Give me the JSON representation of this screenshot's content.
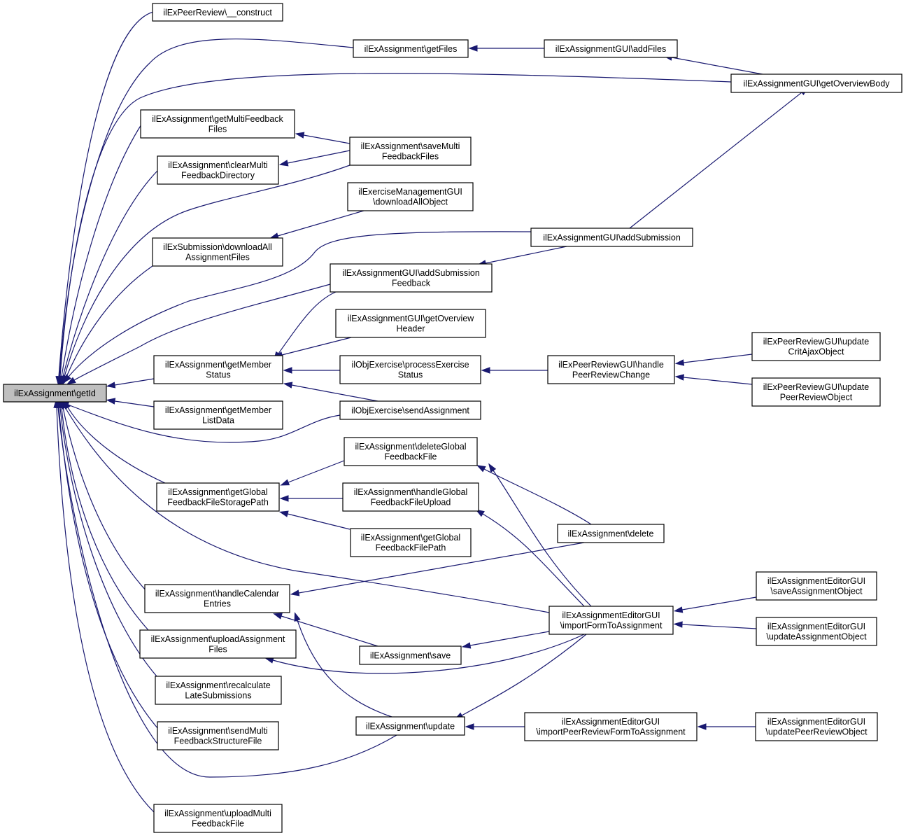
{
  "graph": {
    "edge_color": "#191970",
    "root_fill": "#bfbfbf",
    "nodes": [
      {
        "id": "getId",
        "lines": [
          "ilExAssignment\\getId"
        ],
        "root": true
      },
      {
        "id": "construct",
        "lines": [
          "ilExPeerReview\\__construct"
        ]
      },
      {
        "id": "getFiles",
        "lines": [
          "ilExAssignment\\getFiles"
        ]
      },
      {
        "id": "addFiles",
        "lines": [
          "ilExAssignmentGUI\\addFiles"
        ]
      },
      {
        "id": "getOverviewBody",
        "lines": [
          "ilExAssignmentGUI\\getOverviewBody"
        ]
      },
      {
        "id": "getMultiFeedbackFiles",
        "lines": [
          "ilExAssignment\\getMultiFeedback",
          "Files"
        ]
      },
      {
        "id": "saveMultiFeedbackFiles",
        "lines": [
          "ilExAssignment\\saveMulti",
          "FeedbackFiles"
        ]
      },
      {
        "id": "clearMultiFeedbackDirectory",
        "lines": [
          "ilExAssignment\\clearMulti",
          "FeedbackDirectory"
        ]
      },
      {
        "id": "downloadAllObject",
        "lines": [
          "ilExerciseManagementGUI",
          "\\downloadAllObject"
        ]
      },
      {
        "id": "downloadAllAssignmentFiles",
        "lines": [
          "ilExSubmission\\downloadAll",
          "AssignmentFiles"
        ]
      },
      {
        "id": "addSubmission",
        "lines": [
          "ilExAssignmentGUI\\addSubmission"
        ]
      },
      {
        "id": "addSubmissionFeedback",
        "lines": [
          "ilExAssignmentGUI\\addSubmission",
          "Feedback"
        ]
      },
      {
        "id": "getOverviewHeader",
        "lines": [
          "ilExAssignmentGUI\\getOverview",
          "Header"
        ]
      },
      {
        "id": "getMemberStatus",
        "lines": [
          "ilExAssignment\\getMember",
          "Status"
        ]
      },
      {
        "id": "processExerciseStatus",
        "lines": [
          "ilObjExercise\\processExercise",
          "Status"
        ]
      },
      {
        "id": "handlePeerReviewChange",
        "lines": [
          "ilExPeerReviewGUI\\handle",
          "PeerReviewChange"
        ]
      },
      {
        "id": "updateCritAjaxObject",
        "lines": [
          "ilExPeerReviewGUI\\update",
          "CritAjaxObject"
        ]
      },
      {
        "id": "updatePeerReviewObject2",
        "lines": [
          "ilExPeerReviewGUI\\update",
          "PeerReviewObject"
        ]
      },
      {
        "id": "sendAssignment",
        "lines": [
          "ilObjExercise\\sendAssignment"
        ]
      },
      {
        "id": "getMemberListData",
        "lines": [
          "ilExAssignment\\getMember",
          "ListData"
        ]
      },
      {
        "id": "deleteGlobalFeedbackFile",
        "lines": [
          "ilExAssignment\\deleteGlobal",
          "FeedbackFile"
        ]
      },
      {
        "id": "getGlobalFeedbackFileStoragePath",
        "lines": [
          "ilExAssignment\\getGlobal",
          "FeedbackFileStoragePath"
        ]
      },
      {
        "id": "handleGlobalFeedbackFileUpload",
        "lines": [
          "ilExAssignment\\handleGlobal",
          "FeedbackFileUpload"
        ]
      },
      {
        "id": "getGlobalFeedbackFilePath",
        "lines": [
          "ilExAssignment\\getGlobal",
          "FeedbackFilePath"
        ]
      },
      {
        "id": "delete",
        "lines": [
          "ilExAssignment\\delete"
        ]
      },
      {
        "id": "handleCalendarEntries",
        "lines": [
          "ilExAssignment\\handleCalendar",
          "Entries"
        ]
      },
      {
        "id": "importFormToAssignment",
        "lines": [
          "ilExAssignmentEditorGUI",
          "\\importFormToAssignment"
        ]
      },
      {
        "id": "saveAssignmentObject",
        "lines": [
          "ilExAssignmentEditorGUI",
          "\\saveAssignmentObject"
        ]
      },
      {
        "id": "updateAssignmentObject",
        "lines": [
          "ilExAssignmentEditorGUI",
          "\\updateAssignmentObject"
        ]
      },
      {
        "id": "uploadAssignmentFiles",
        "lines": [
          "ilExAssignment\\uploadAssignment",
          "Files"
        ]
      },
      {
        "id": "save",
        "lines": [
          "ilExAssignment\\save"
        ]
      },
      {
        "id": "recalculateLateSubmissions",
        "lines": [
          "ilExAssignment\\recalculate",
          "LateSubmissions"
        ]
      },
      {
        "id": "sendMultiFeedbackStructureFile",
        "lines": [
          "ilExAssignment\\sendMulti",
          "FeedbackStructureFile"
        ]
      },
      {
        "id": "update",
        "lines": [
          "ilExAssignment\\update"
        ]
      },
      {
        "id": "importPeerReviewFormToAssignment",
        "lines": [
          "ilExAssignmentEditorGUI",
          "\\importPeerReviewFormToAssignment"
        ]
      },
      {
        "id": "updatePeerReviewObject",
        "lines": [
          "ilExAssignmentEditorGUI",
          "\\updatePeerReviewObject"
        ]
      },
      {
        "id": "uploadMultiFeedbackFile",
        "lines": [
          "ilExAssignment\\uploadMulti",
          "FeedbackFile"
        ]
      }
    ]
  }
}
